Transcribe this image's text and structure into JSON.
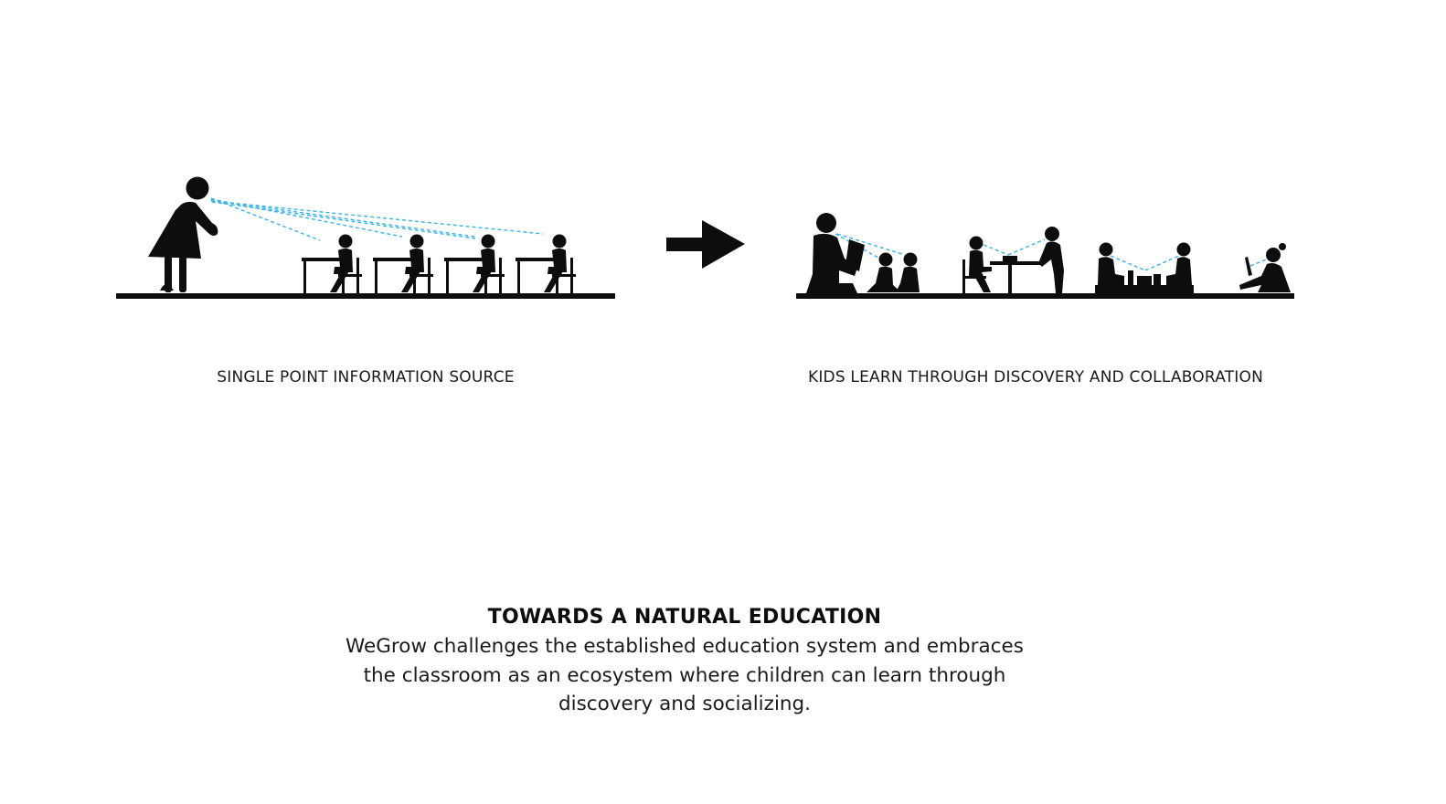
{
  "colors": {
    "ink": "#0d0d0d",
    "accent_sightline": "#3ab3e6",
    "background": "#ffffff"
  },
  "captions": {
    "left": "SINGLE POINT INFORMATION SOURCE",
    "right": "KIDS LEARN THROUGH DISCOVERY AND COLLABORATION"
  },
  "summary": {
    "title": "TOWARDS A NATURAL EDUCATION",
    "body": "WeGrow challenges the established education system and embraces the classroom as an ecosystem where children can learn through discovery and socializing."
  },
  "icons": {
    "left_scene": [
      "teacher-icon",
      "student-at-desk-icon",
      "student-at-desk-icon",
      "student-at-desk-icon",
      "student-at-desk-icon"
    ],
    "transition": "arrow-right-icon",
    "right_scene": [
      "adult-reading-book-icon",
      "children-sitting-icon",
      "child-at-table-icon",
      "standing-adult-icon",
      "children-playing-blocks-icon",
      "child-with-laptop-icon"
    ]
  }
}
